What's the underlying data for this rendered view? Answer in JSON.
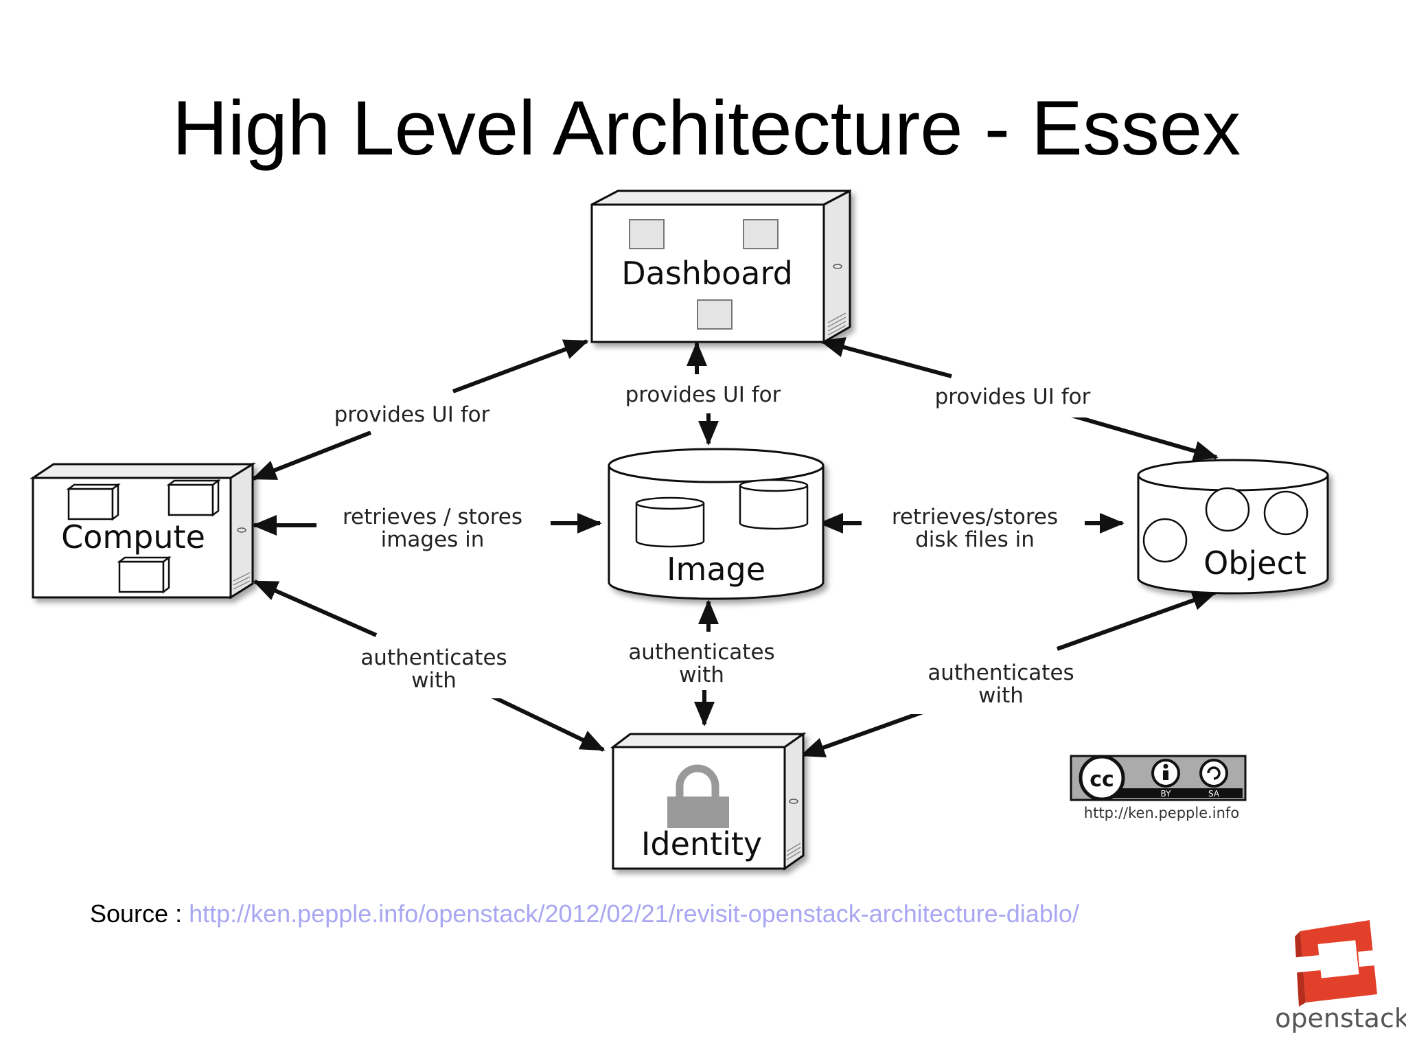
{
  "slide": {
    "title": "High Level Architecture - Essex"
  },
  "nodes": {
    "dashboard": "Dashboard",
    "compute": "Compute",
    "image": "Image",
    "object": "Object",
    "identity": "Identity"
  },
  "edges": {
    "dashboard_compute": "provides UI for",
    "dashboard_image": "provides UI for",
    "dashboard_object": "provides UI for",
    "compute_image": [
      "retrieves / stores",
      "images in"
    ],
    "image_object": [
      "retrieves/stores",
      "disk files in"
    ],
    "compute_identity": [
      "authenticates",
      "with"
    ],
    "image_identity": [
      "authenticates",
      "with"
    ],
    "object_identity": [
      "authenticates",
      "with"
    ]
  },
  "license": {
    "badge_cc": "cc",
    "badge_by": "BY",
    "badge_sa": "SA",
    "url": "http://ken.pepple.info"
  },
  "footer": {
    "source_label": "Source : ",
    "source_url": "http://ken.pepple.info/openstack/2012/02/21/revisit-openstack-architecture-diablo/"
  },
  "logo": {
    "brand_text": "openstack",
    "colors": [
      "#e2402a",
      "#c4311f"
    ]
  }
}
